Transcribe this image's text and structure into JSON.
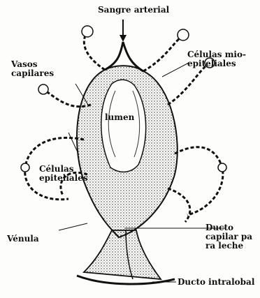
{
  "labels": {
    "sangre_arterial": "Sangre arterial",
    "vasos_capilares": [
      "Vasos",
      "capilares"
    ],
    "celulas_mioepiteliales": [
      "Células mio-",
      "epiteliales"
    ],
    "lumen": "lumen",
    "celulas_epiteliales": [
      "Células",
      "epiteliales"
    ],
    "venula": "Vénula",
    "ducto_capilar": [
      "Ducto",
      "capilar pa",
      "ra leche"
    ],
    "ducto_intralobal": "Ducto intralobal"
  }
}
